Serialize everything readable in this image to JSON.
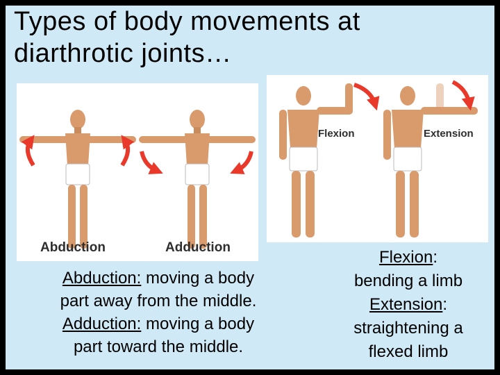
{
  "title": {
    "line1": "Types of body movements at",
    "line2": "diarthrotic joints…"
  },
  "left_figure": {
    "caption_abduction": "Abduction",
    "caption_adduction": "Adduction"
  },
  "right_figure": {
    "caption_flexion": "Flexion",
    "caption_extension": "Extension"
  },
  "left_text": {
    "abduction_term": "Abduction:",
    "abduction_def_a": " moving a body",
    "abduction_def_b": "part away from the middle.",
    "adduction_term": "Adduction:",
    "adduction_def_a": " moving a body",
    "adduction_def_b": "part toward the middle."
  },
  "right_text": {
    "flexion_term": "Flexion",
    "flexion_colon": ":",
    "flexion_def": "bending a limb",
    "extension_term": "Extension",
    "extension_colon": ":",
    "extension_def_a": "straightening a",
    "extension_def_b": "flexed limb"
  },
  "colors": {
    "slide_background": "#cfe9f6",
    "frame": "#000000",
    "arrow_red": "#e8392b",
    "skin": "#d99a6c",
    "shorts": "#ffffff"
  }
}
